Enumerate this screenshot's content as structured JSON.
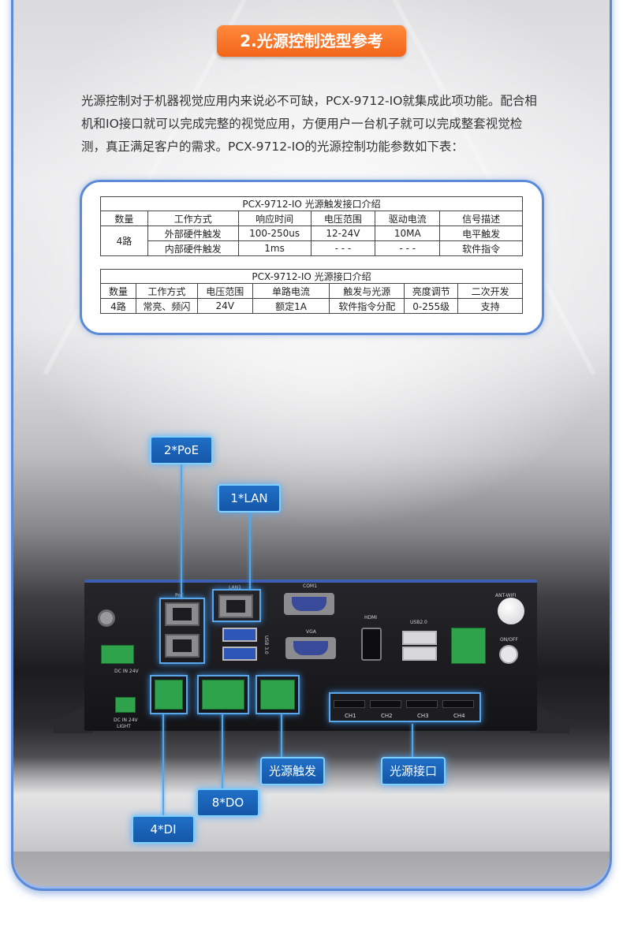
{
  "section_title": "2.光源控制选型参考",
  "intro_text": "光源控制对于机器视觉应用内来说必不可缺，PCX-9712-IO就集成此项功能。配合相机和IO接口就可以完成完整的视觉应用，方便用户一台机子就可以完成整套视觉检测，真正满足客户的需求。PCX-9712-IO的光源控制功能参数如下表：",
  "table1": {
    "caption": "PCX-9712-IO  光源触发接口介绍",
    "headers": [
      "数量",
      "工作方式",
      "响应时间",
      "电压范围",
      "驱动电流",
      "信号描述"
    ],
    "count": "4路",
    "rows": [
      [
        "外部硬件触发",
        "100-250us",
        "12-24V",
        "10MA",
        "电平触发"
      ],
      [
        "内部硬件触发",
        "1ms",
        "- - -",
        "- - -",
        "软件指令"
      ]
    ]
  },
  "table2": {
    "caption": "PCX-9712-IO  光源接口介绍",
    "headers": [
      "数量",
      "工作方式",
      "电压范围",
      "单路电流",
      "触发与光源",
      "亮度调节",
      "二次开发"
    ],
    "row": [
      "4路",
      "常亮、频闪",
      "24V",
      "额定1A",
      "软件指令分配",
      "0-255级",
      "支持"
    ]
  },
  "device": {
    "labels": {
      "poe": "PoE",
      "lan1": "LAN1",
      "com1": "COM1",
      "vga": "VGA",
      "hdmi": "HDMI",
      "usb20": "USB2.0",
      "usb30": "USB 3.0",
      "ant_wifi": "ANT-WIFI",
      "on_off": "ON/OFF",
      "dc_in": "DC IN 24V",
      "dc_in_light": "DC IN 24V",
      "light": "LIGHT",
      "ch1": "CH1",
      "ch2": "CH2",
      "ch3": "CH3",
      "ch4": "CH4"
    }
  },
  "callouts": {
    "poe": "2*PoE",
    "lan": "1*LAN",
    "trigger": "光源触发",
    "light_port": "光源接口",
    "do": "8*DO",
    "di": "4*DI"
  },
  "colors": {
    "title_bg": "#f2651a",
    "frame_blue": "#5b8bd8",
    "callout_blue": "#1f6fc8",
    "glow": "#4fa8ef"
  }
}
